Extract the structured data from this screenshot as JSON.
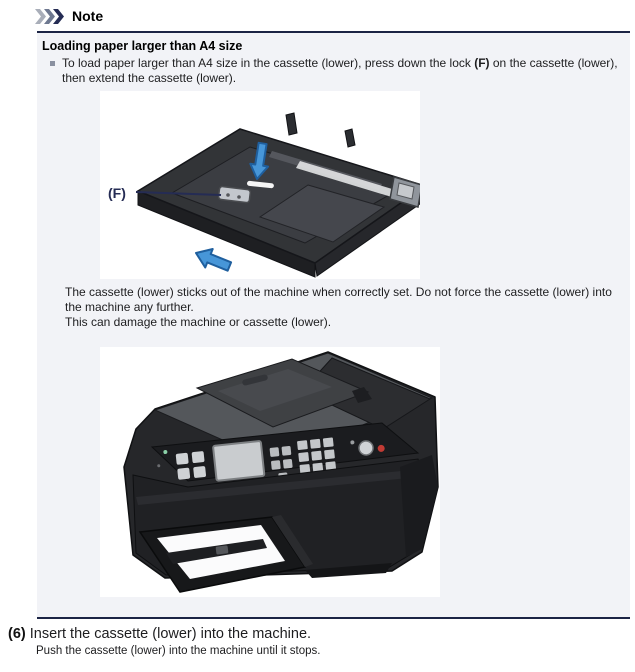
{
  "note": {
    "header_label": "Note",
    "icon": "triple-chevron-icon",
    "section_heading": "Loading paper larger than A4 size",
    "bullet": {
      "text_pre": "To load paper larger than A4 size in the cassette (lower), press down the lock ",
      "text_bold": "(F)",
      "text_post": " on the cassette (lower), then extend the cassette (lower)."
    },
    "figure_cassette": {
      "label": "(F)",
      "description": "cassette (lower) with lock and extend arrows"
    },
    "paragraph": {
      "line1": "The cassette (lower) sticks out of the machine when correctly set. Do not force the cassette (lower) into the machine any further.",
      "line2": "This can damage the machine or cassette (lower)."
    },
    "figure_printer": {
      "description": "machine with cassette (lower) sticking out"
    }
  },
  "step": {
    "number": "(6)",
    "title": "Insert the cassette (lower) into the machine.",
    "detail": "Push the cassette (lower) into the machine until it stops."
  },
  "colors": {
    "box_background": "#f2f3f7",
    "navy_border": "#1c2445",
    "chevron_light": "#a9aeb9",
    "chevron_mid": "#6e7890",
    "chevron_dark": "#252c54",
    "arrow_blue": "#4796d8",
    "arrow_blue_dark": "#1f5f9e",
    "label_navy": "#252c54"
  }
}
